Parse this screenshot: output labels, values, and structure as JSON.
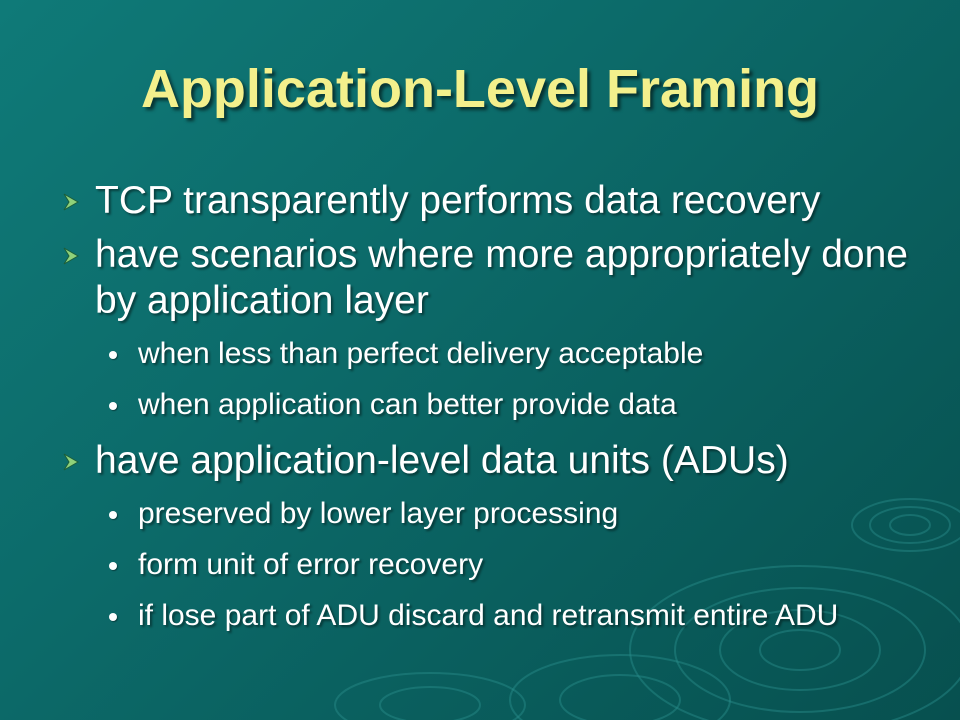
{
  "slide": {
    "title": "Application-Level Framing",
    "bullets": [
      {
        "text": "TCP transparently performs data recovery",
        "subs": []
      },
      {
        "text": "have scenarios where more appropriately done by application layer",
        "subs": [
          "when less than perfect delivery acceptable",
          "when application can better provide data"
        ]
      },
      {
        "text": "have application-level data units (ADUs)",
        "subs": [
          "preserved by lower layer processing",
          "form unit of error recovery",
          "if lose part of ADU discard and retransmit entire ADU"
        ]
      }
    ]
  },
  "icons": {
    "level1": "arrow-bullet-icon",
    "level2": "dot-bullet-icon"
  },
  "colors": {
    "background": "#0c6a69",
    "title": "#f3f08c",
    "text": "#ffffff",
    "arrow": "#8fd17a"
  }
}
